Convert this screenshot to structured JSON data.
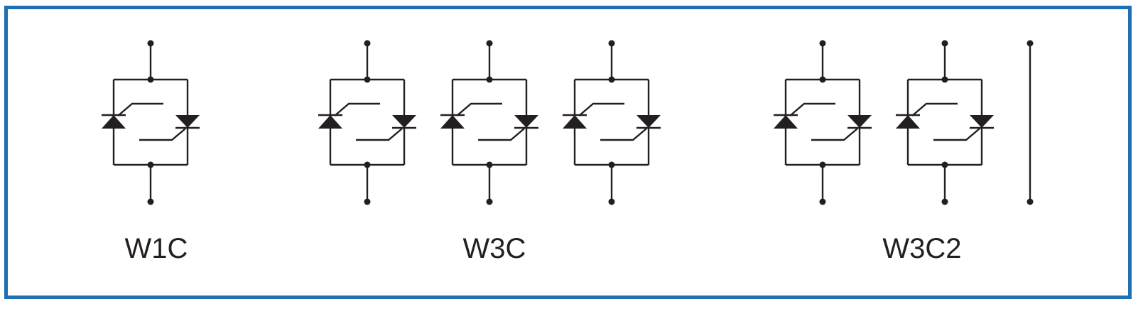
{
  "colors": {
    "border": "#1f6fb2",
    "line": "#231f20",
    "background": "#ffffff"
  },
  "groups": [
    {
      "label": "W1C",
      "thyristor_pairs": 1,
      "neutral_wire": false
    },
    {
      "label": "W3C",
      "thyristor_pairs": 3,
      "neutral_wire": false
    },
    {
      "label": "W3C2",
      "thyristor_pairs": 2,
      "neutral_wire": true
    }
  ]
}
